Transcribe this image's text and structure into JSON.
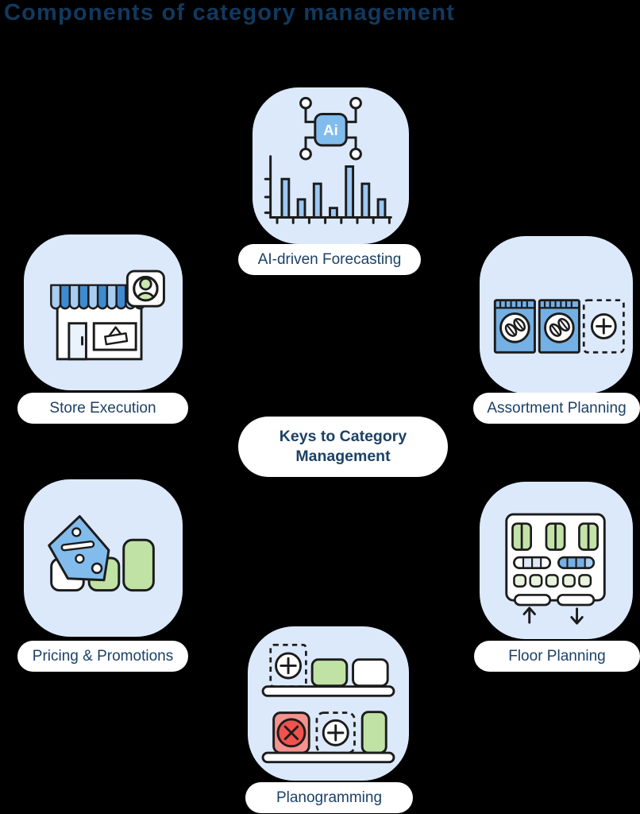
{
  "title": "Components of category management",
  "center": {
    "label": "Keys to Category Management"
  },
  "nodes": [
    {
      "id": "ai-forecasting",
      "label": "AI-driven Forecasting",
      "icon": "ai-chip-bar-chart-icon"
    },
    {
      "id": "store-execution",
      "label": "Store Execution",
      "icon": "storefront-icon"
    },
    {
      "id": "assortment-planning",
      "label": "Assortment Planning",
      "icon": "product-packages-icon"
    },
    {
      "id": "pricing-promotions",
      "label": "Pricing & Promotions",
      "icon": "discount-tag-icon"
    },
    {
      "id": "floor-planning",
      "label": "Floor Planning",
      "icon": "floor-plan-icon"
    },
    {
      "id": "planogramming",
      "label": "Planogramming",
      "icon": "shelf-planogram-icon"
    }
  ],
  "chip_label": "Ai",
  "colors": {
    "bg": "#000000",
    "card-bg": "#DBE9FB",
    "pill-bg": "#FFFFFF",
    "title-color": "#12395F",
    "label-color": "#1C4166",
    "accent-blue": "#82BCEC",
    "bar-blue": "#9CC8F1",
    "awning-dark": "#3E8BD0",
    "awning-light": "#A8CDF1",
    "package-blue": "#74B0E3",
    "green": "#C0E2A4",
    "pale-green": "#E8F4DC",
    "person-green": "#C9E7AE",
    "red-fill": "#F6928E",
    "red-accent": "#F0524E",
    "outline": "#1C1C1C"
  }
}
